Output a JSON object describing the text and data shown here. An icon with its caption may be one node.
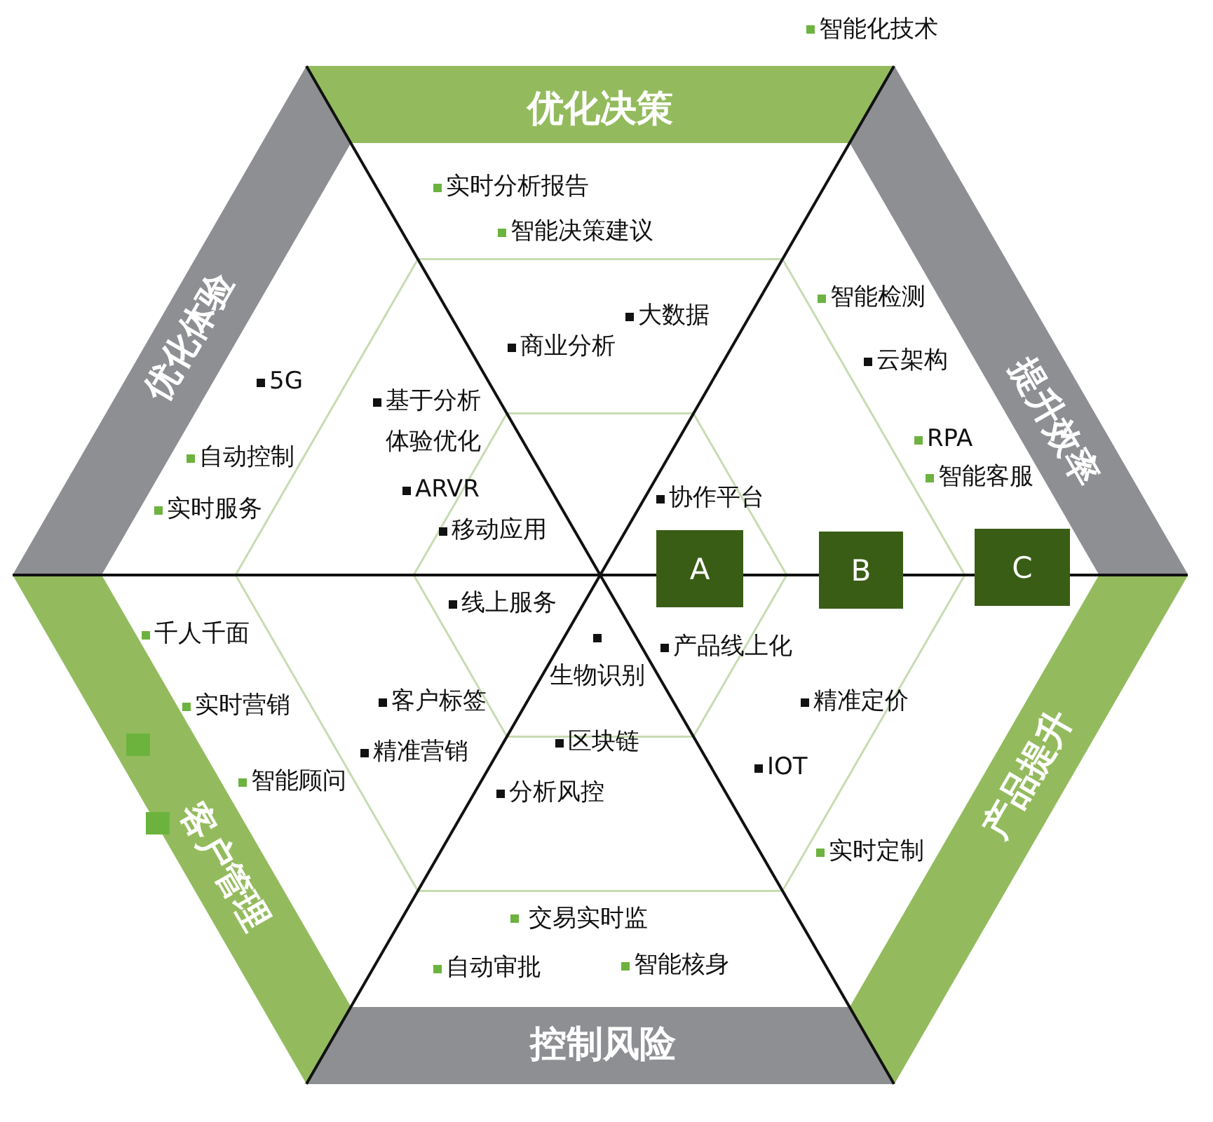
{
  "diagram": {
    "nodes": [
      {
        "text": [
          "优化决策"
        ]
      },
      {
        "text": [
          "优化体验"
        ]
      },
      {
        "text": [
          "提升效率"
        ]
      },
      {
        "text": [
          "A"
        ]
      },
      {
        "text": [
          "B"
        ]
      },
      {
        "text": [
          "C"
        ]
      },
      {
        "text": [
          "客户管理"
        ]
      },
      {
        "text": [
          "产品提升"
        ]
      },
      {
        "text": [
          "控制风险"
        ]
      }
    ],
    "labels": [
      "实时分析报告",
      "智能决策建议",
      "智能检测",
      "大数据",
      "商业分析",
      "云架构",
      "5G",
      "基于分析体验优化",
      "RPA",
      "自动控制",
      "智能客服",
      "ARVR",
      "协作平台",
      "实时服务",
      "移动应用",
      "线上服务",
      "千人千面",
      "生物识别",
      "产品线上化",
      "实时营销",
      "客户标签",
      "精准定价",
      "精准营销",
      "区块链",
      "IOT",
      "智能顾问",
      "分析风控",
      "实时定制",
      "交易实时监",
      "自动审批",
      "智能核身"
    ],
    "legend": [
      {
        "text": "智能化技术",
        "color": "#6db33f"
      }
    ]
  }
}
